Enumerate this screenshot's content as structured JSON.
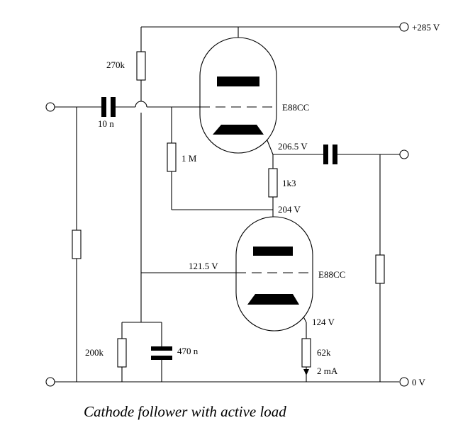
{
  "schematic": {
    "supply_label": "+285 V",
    "ground_label": "0 V",
    "caption": "Cathode follower with active load",
    "upper_tube": {
      "type": "E88CC",
      "cathode_voltage": "206.5 V"
    },
    "lower_tube": {
      "type": "E88CC",
      "grid_voltage": "121.5 V",
      "plate_voltage": "204 V",
      "cathode_voltage": "124 V"
    },
    "components": {
      "grid_stopper": "270k",
      "input_capacitor": "10 n",
      "grid_leak": "1 M",
      "cathode_resistor_upper": "1k3",
      "cathode_resistor_lower": "62k",
      "bias_resistor": "200k",
      "bias_capacitor": "470 n"
    },
    "current_label": "2 mA"
  }
}
